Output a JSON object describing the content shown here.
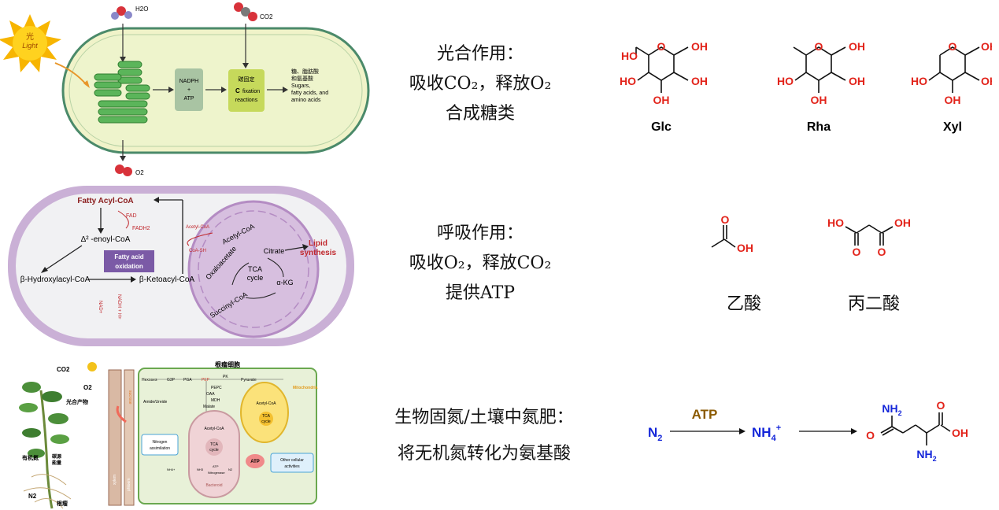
{
  "panel1": {
    "light": "光",
    "light_en": "Light",
    "h2o": "H2O",
    "co2": "CO2",
    "o2": "O2",
    "nadph": "NADPH",
    "plus": "+",
    "atp": "ATP",
    "carbon_fix_cn": "碳固定",
    "carbon_fix_c": "C",
    "carbon_fix_en1": "fixation",
    "carbon_fix_en2": "reactions",
    "products_cn1": "糖、脂肪酸",
    "products_cn2": "和氨基酸",
    "products_en1": "Sugars,",
    "products_en2": "fatty acids, and",
    "products_en3": "amino acids"
  },
  "panel2": {
    "fatty_acyl_coa": "Fatty Acyl-CoA",
    "fad": "FAD",
    "fadh2": "FADH2",
    "enoyl_coa": "Δ² -enoyl-CoA",
    "fa_oxidation_1": "Fatty acid",
    "fa_oxidation_2": "oxidation",
    "hydroxyacyl": "β-Hydroxylacyl-CoA",
    "ketoacyl": "β-Ketoacyl-CoA",
    "nad": "NAD+",
    "nadh": "NADH + H+",
    "acetyl_coa_in": "Acetyl-CoA",
    "coa_sh": "CoA-SH",
    "acetyl_coa": "Acetyl-CoA",
    "citrate": "Citrate",
    "oxaloacetate": "Oxaloacetate",
    "tca1": "TCA",
    "tca2": "cycle",
    "akg": "α-KG",
    "succinyl": "Succinyl-CoA",
    "lipid1": "Lipid",
    "lipid2": "synthesis"
  },
  "panel3": {
    "co2": "CO2",
    "o2": "O2",
    "photoproducts": "光合产物",
    "organic_n": "有机氮",
    "energy": "碳源",
    "energy2": "能量",
    "n2": "N2",
    "nodule": "根瘤",
    "nodule_cell": "根瘤细胞",
    "hexoses": "Hexoses",
    "g3p": "G3P",
    "pga": "PGA",
    "pep": "PEP",
    "pk": "PK",
    "pyruvate": "Pyruvate",
    "pepc": "PEPC",
    "oaa": "OAA",
    "mdh": "MDH",
    "malate": "Malate",
    "mito": "Mitochondria",
    "acetyl": "Acetyl-CoA",
    "tca1": "TCA",
    "tca2": "cycle",
    "amide": "Amide/Ureide",
    "nitro1": "Nitrogen",
    "nitro2": "assimilation",
    "bact_acetyl": "Acetyl-CoA",
    "bact_tca1": "TCA",
    "bact_tca2": "cycle",
    "nh3": "NH3",
    "atp": "ATP",
    "nitrogenase": "Nitrogenase",
    "n2_small": "N2",
    "nh4": "NH4+",
    "bacteroid": "Bacteroid",
    "atp_big": "ATP",
    "other1": "Other cellular",
    "other2": "activities",
    "xylem": "xylem",
    "phloem": "phloem",
    "sucrose": "sucrose"
  },
  "text1": {
    "line1": "光合作用：",
    "line2": "吸收CO₂，释放O₂",
    "line3": "合成糖类"
  },
  "text2": {
    "line1": "呼吸作用：",
    "line2": "吸收O₂，释放CO₂",
    "line3": "提供ATP"
  },
  "text3": {
    "line1": "生物固氮/土壤中氮肥：",
    "line2": "将无机氮转化为氨基酸"
  },
  "sugars": {
    "oh": "OH",
    "ho": "HO",
    "glc": "Glc",
    "rha": "Rha",
    "xyl": "Xyl",
    "ring_o": "O"
  },
  "acids": {
    "o": "O",
    "oh": "OH",
    "ho": "HO",
    "acetic_cn": "乙酸",
    "malonic_cn": "丙二酸"
  },
  "nitrogen": {
    "n2": "N",
    "n2_sub": "2",
    "atp": "ATP",
    "nh4": "NH",
    "nh4_sub": "4",
    "nh4_sup": "+",
    "nh2_top": "NH",
    "nh2_sub": "2",
    "o": "O",
    "oh": "OH",
    "nh2_bottom": "NH",
    "nh2_b_sub": "2"
  },
  "colors": {
    "red": "#e2231a",
    "blue": "#1426d9",
    "brown": "#8b5a00",
    "membrane": "#c8a3d0"
  }
}
